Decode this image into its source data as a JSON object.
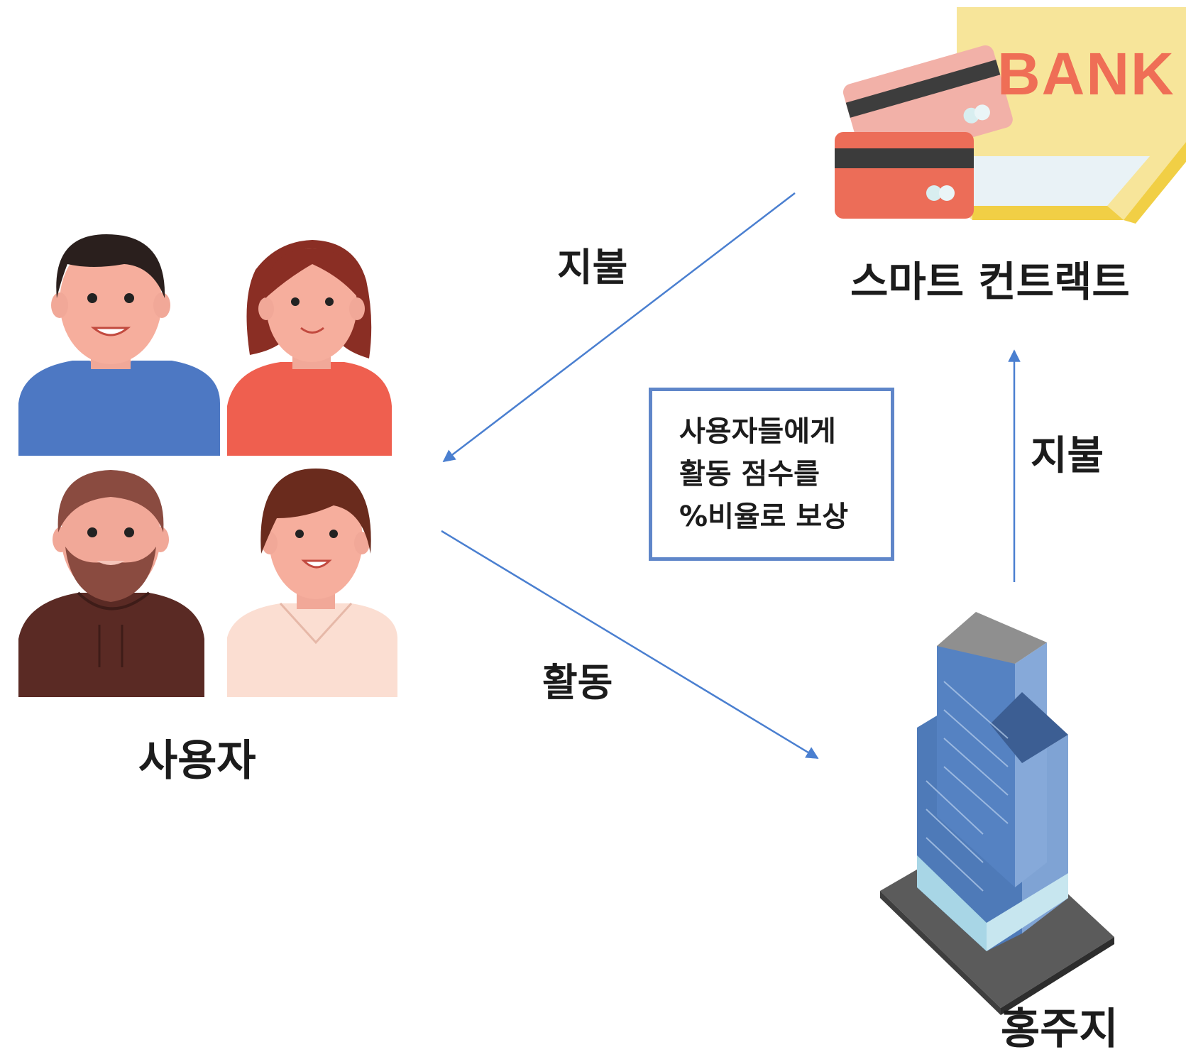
{
  "nodes": {
    "users": {
      "label": "사용자"
    },
    "smart_contract": {
      "label": "스마트 컨트랙트",
      "bank_text": "BANK"
    },
    "sponsor": {
      "label": "홍주지"
    }
  },
  "edges": {
    "payment_to_users": {
      "label": "지불"
    },
    "activity_to_sponsor": {
      "label": "활동"
    },
    "payment_to_contract": {
      "label": "지불"
    }
  },
  "note": {
    "lines": [
      "사용자들에게",
      "활동 점수를",
      "%비율로 보상"
    ]
  },
  "colors": {
    "arrow": "#4a7fd0",
    "note_border": "#5f86c9",
    "bank_text": "#ef6e56",
    "bank_bg": "#f7e59a"
  },
  "icons": {
    "users": [
      "man-blue-shirt-icon",
      "woman-red-sweater-icon",
      "bearded-man-hoodie-icon",
      "woman-pink-top-icon"
    ],
    "smart_contract": "bank-cards-icon",
    "sponsor": "office-building-icon"
  }
}
